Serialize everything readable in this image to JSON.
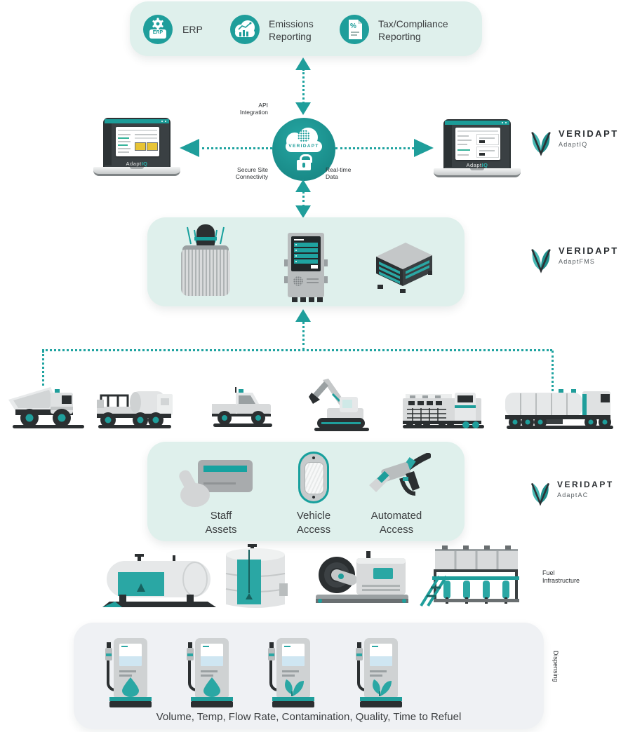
{
  "colors": {
    "teal": "#1F9E9B",
    "teal_bright": "#2AA7A4",
    "mint": "#DFF0EC",
    "panel_gray": "#EFF1F4",
    "dark": "#2B2F31"
  },
  "integrations": {
    "erp": {
      "label": "ERP",
      "badge": "ERP"
    },
    "emissions": {
      "line1": "Emissions",
      "line2": "Reporting"
    },
    "tax": {
      "line1": "Tax/Compliance",
      "line2": "Reporting",
      "glyph": "%"
    }
  },
  "cloud": {
    "wordmark": "VERIDAPT"
  },
  "laptop": {
    "prefix": "Adapt",
    "suffix": "IQ"
  },
  "notes": {
    "top1": "API",
    "top2": "Integration",
    "left1": "Secure Site",
    "left2": "Connectivity",
    "right1": "Real-time",
    "right2": "Data"
  },
  "badges": {
    "iq": {
      "wordmark": "VERIDAPT",
      "product": "AdaptIQ"
    },
    "fms": {
      "wordmark": "VERIDAPT",
      "product": "AdaptFMS"
    },
    "ac": {
      "wordmark": "VERIDAPT",
      "product": "AdaptAC"
    }
  },
  "access": {
    "staff": {
      "line1": "Staff",
      "line2": "Assets"
    },
    "vehicle": {
      "line1": "Vehicle",
      "line2": "Access"
    },
    "automated": {
      "line1": "Automated",
      "line2": "Access"
    }
  },
  "side_labels": {
    "infra1": "Fuel",
    "infra2": "Infrastructure",
    "dispensing": "Dispensing"
  },
  "dispensing": {
    "caption": "Volume, Temp, Flow Rate, Contamination, Quality, Time to Refuel"
  }
}
